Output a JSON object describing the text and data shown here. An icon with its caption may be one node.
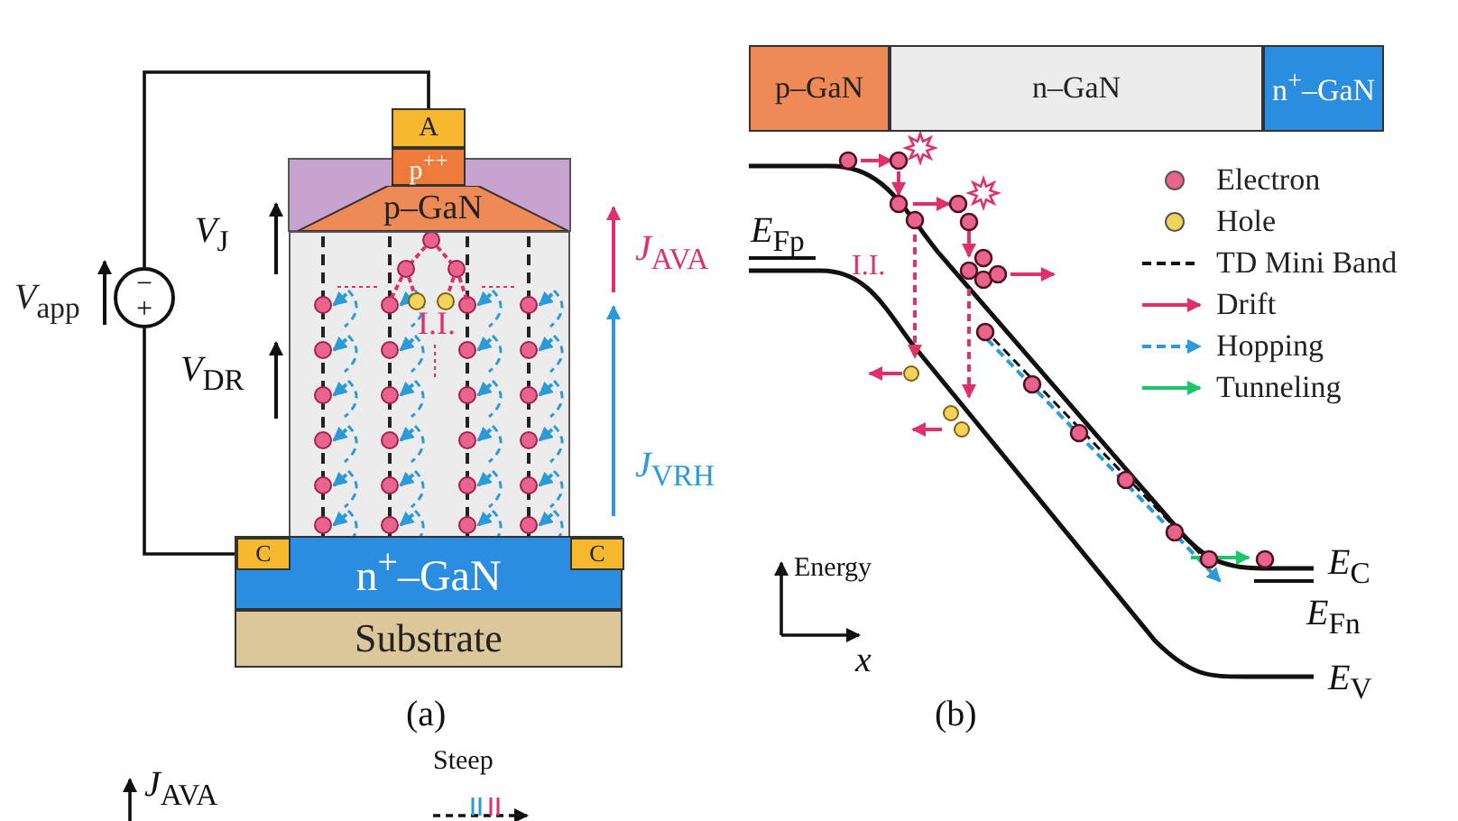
{
  "diagram": {
    "nodes": [
      {
        "text": [
          "A"
        ]
      },
      {
        "text": [
          "p$^{++}$"
        ]
      },
      {
        "text": [
          "p–GaN"
        ]
      },
      {
        "text": [
          "I.I."
        ]
      },
      {
        "text": [
          "n$^{+}$–GaN"
        ]
      },
      {
        "text": [
          "C"
        ],
        "in": 4
      },
      {
        "text": [
          "C"
        ],
        "in": 4
      },
      {
        "text": [
          "Substrate"
        ]
      },
      {
        "text": [
          "−",
          "+"
        ],
        "beside": [
          "*V*$_{app}$"
        ]
      },
      {
        "text": [
          "p–GaN"
        ]
      },
      {
        "text": [
          "n–GaN"
        ]
      },
      {
        "text": [
          "n$^{+}$–GaN"
        ]
      }
    ],
    "edges": [
      {
        "from": 8,
        "to": 0,
        "arrow": "none"
      },
      {
        "from": 8,
        "to": 5,
        "arrow": "none"
      }
    ],
    "labels": [
      "*V*$_{J}$",
      "*V*$_{DR}$",
      "*J*$_{AVA}$",
      "*J*$_{VRH}$",
      "(a)",
      "*E*$_{Fp}$",
      "I.I.",
      "Energy",
      "*x*",
      "*E*$_{C}$",
      "*E*$_{Fn}$",
      "*E*$_{V}$",
      "(b)",
      "*J*$_{AVA}$",
      "Steep"
    ],
    "legend": [
      {
        "text": "Electron",
        "color": "#e8648c"
      },
      {
        "text": "Hole",
        "color": "#f2d45c"
      },
      {
        "text": "TD Mini Band"
      },
      {
        "text": "Drift"
      },
      {
        "text": "Hopping"
      },
      {
        "text": "Tunneling"
      }
    ]
  }
}
